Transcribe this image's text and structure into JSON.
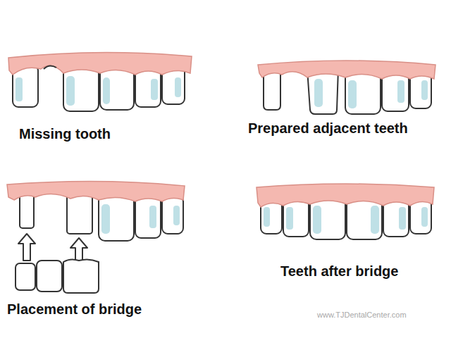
{
  "diagram": {
    "labels": [
      "Missing tooth",
      "Prepared adjacent teeth",
      "Placement of bridge",
      "Teeth after bridge",
      "www.TJDentalCenter.com"
    ]
  }
}
